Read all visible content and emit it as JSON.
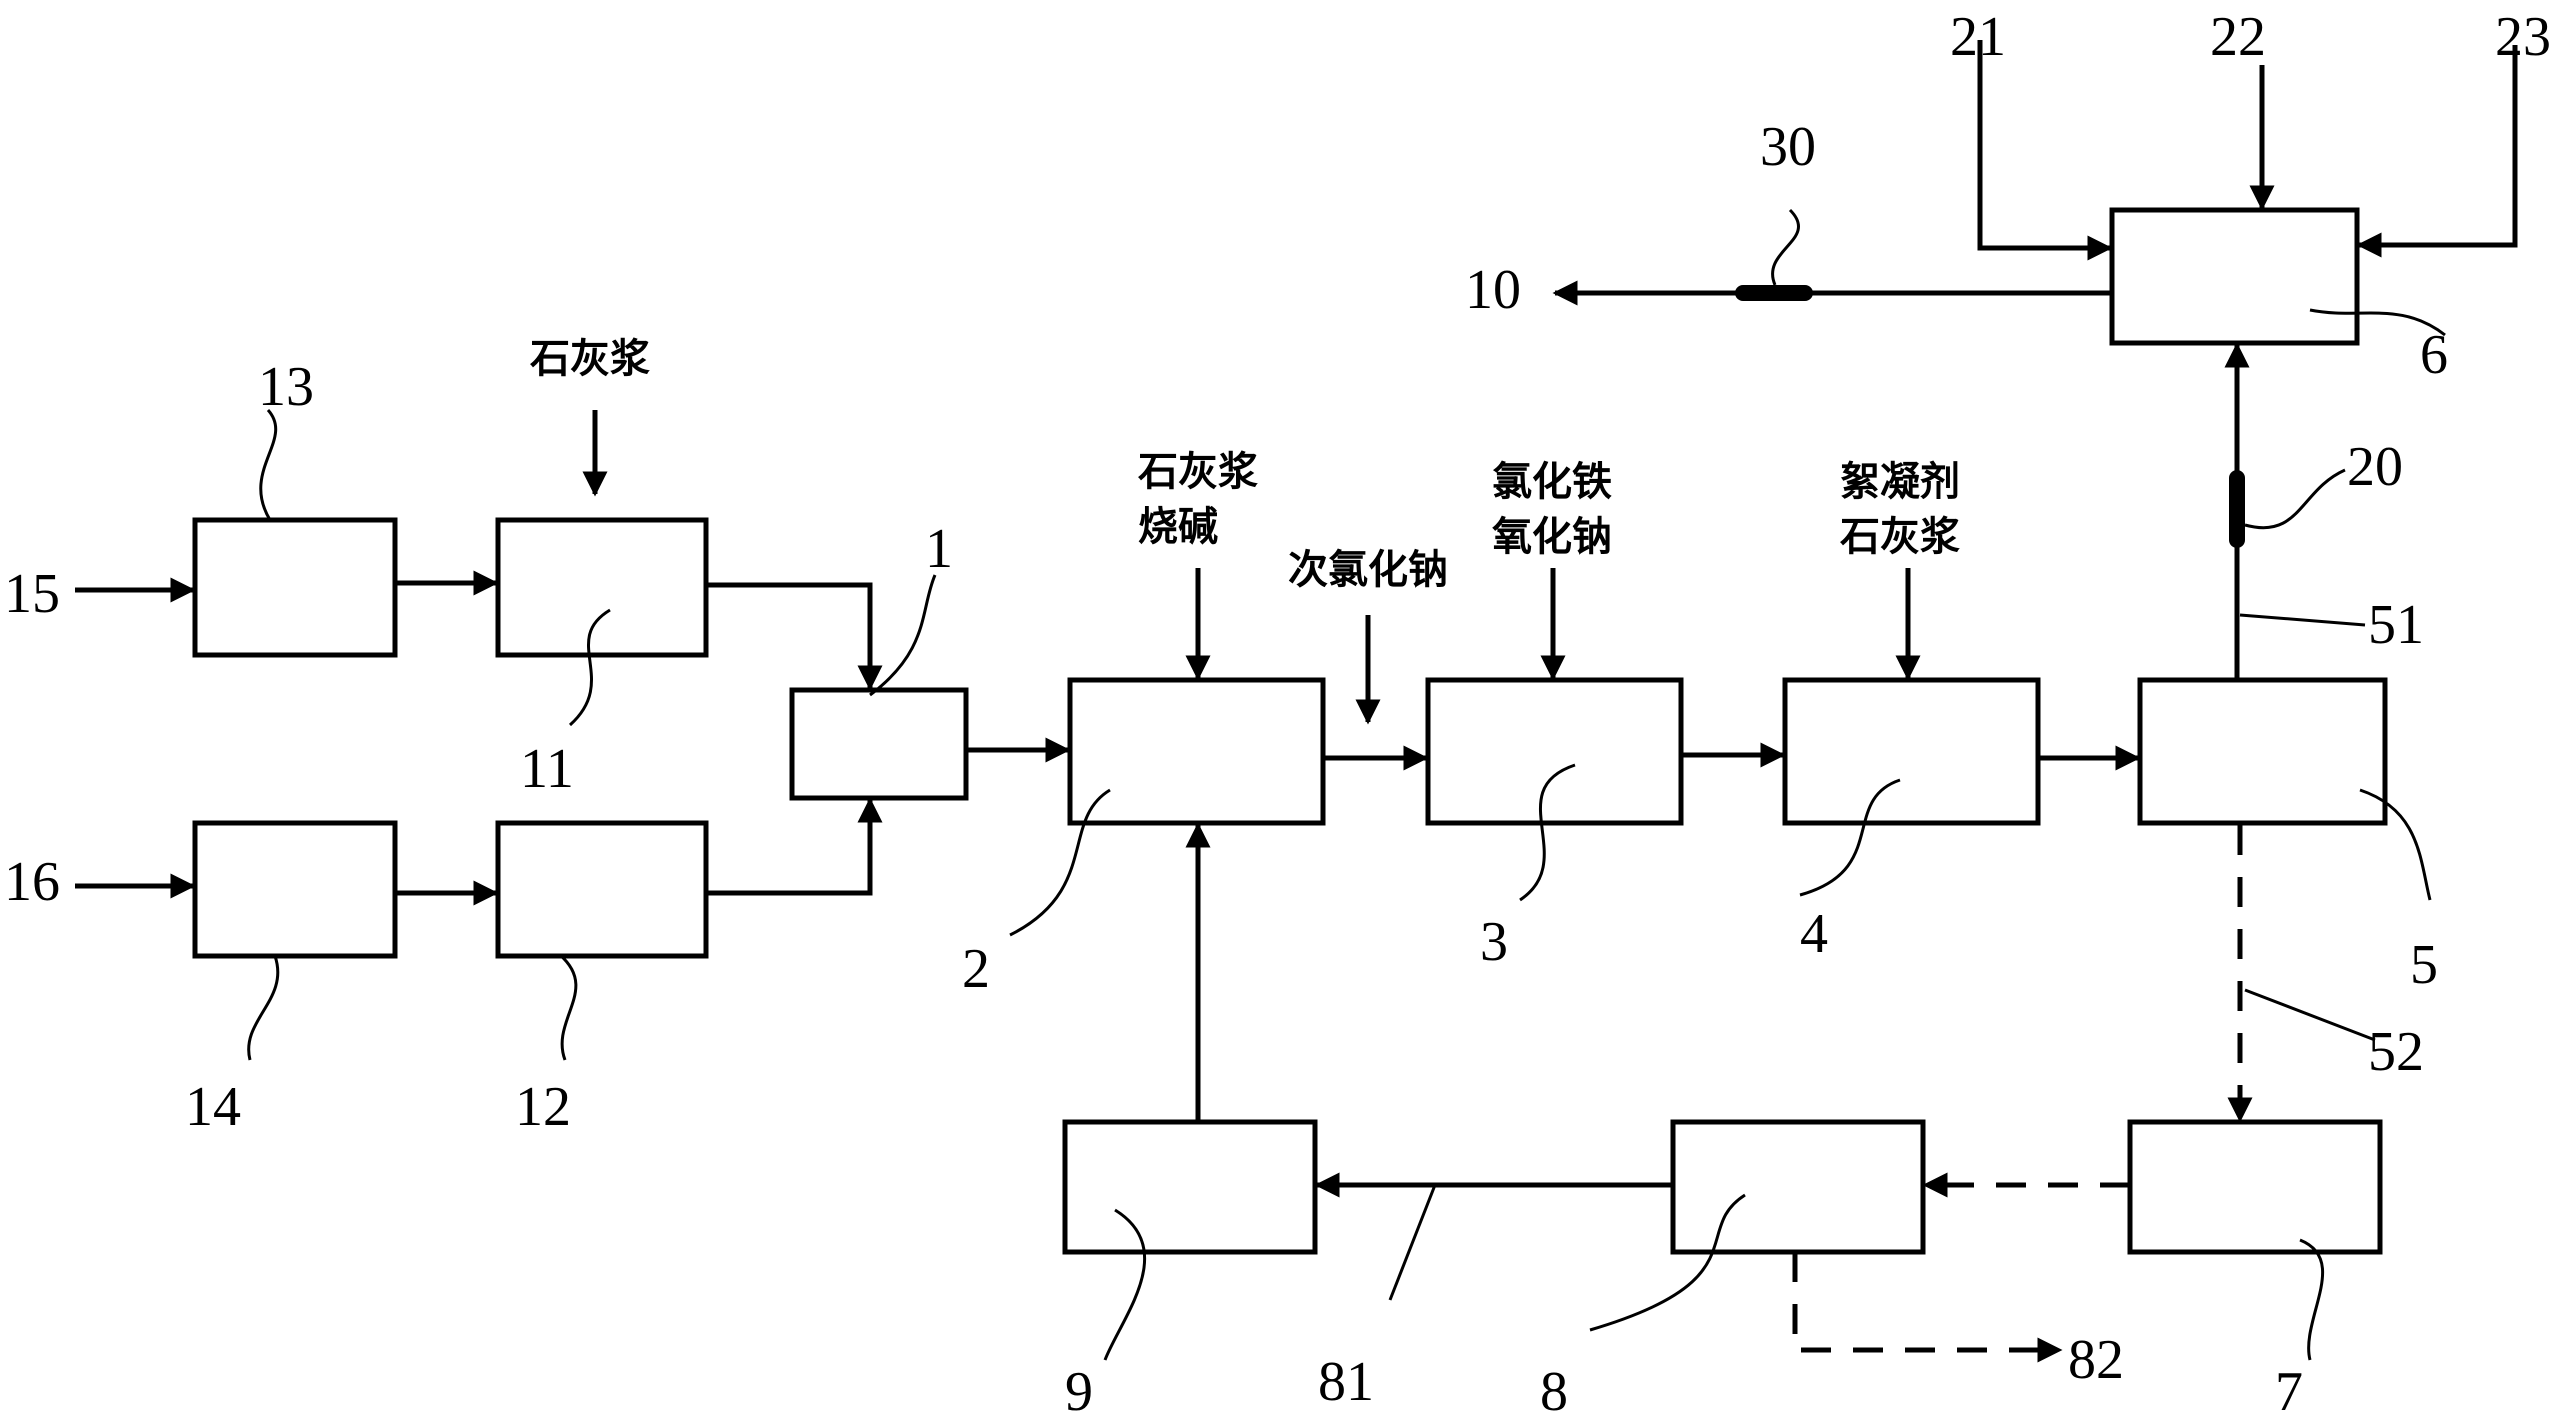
{
  "labels": {
    "n1": "1",
    "n2": "2",
    "n3": "3",
    "n4": "4",
    "n5": "5",
    "n6": "6",
    "n7": "7",
    "n8": "8",
    "n9": "9",
    "n10": "10",
    "n11": "11",
    "n12": "12",
    "n13": "13",
    "n14": "14",
    "n15": "15",
    "n16": "16",
    "n20": "20",
    "n21": "21",
    "n22": "22",
    "n23": "23",
    "n30": "30",
    "n51": "51",
    "n52": "52",
    "n81": "81",
    "n82": "82"
  },
  "chemicals": {
    "lime_11": "石灰浆",
    "lime_2": "石灰浆",
    "caustic_2": "烧碱",
    "hypochlorite": "次氯化钠",
    "ferric_chloride": "氯化铁",
    "sodium_oxide": "氧化钠",
    "flocculant": "絮凝剂",
    "lime_4": "石灰浆"
  }
}
